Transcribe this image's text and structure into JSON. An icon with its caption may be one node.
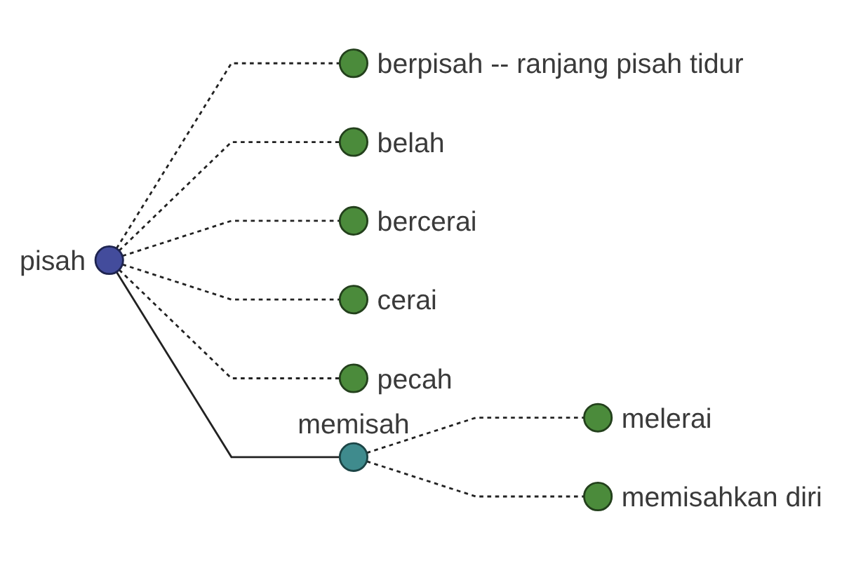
{
  "diagram": {
    "nodes": [
      {
        "text": [],
        "shape": "circle",
        "beside": [
          "berpisah -- ranjang pisah tidur"
        ]
      },
      {
        "text": [],
        "shape": "circle",
        "beside": [
          "belah"
        ]
      },
      {
        "text": [],
        "shape": "circle",
        "beside": [
          "bercerai"
        ]
      },
      {
        "text": [],
        "shape": "circle",
        "beside": [
          "cerai"
        ]
      },
      {
        "text": [],
        "shape": "circle",
        "beside": [
          "pisah"
        ]
      },
      {
        "text": [],
        "shape": "circle",
        "beside": [
          "pecah"
        ]
      },
      {
        "text": [],
        "shape": "circle",
        "beside": [
          "memisah"
        ]
      },
      {
        "text": [],
        "shape": "circle",
        "beside": [
          "memisahkan diri"
        ]
      },
      {
        "text": [],
        "shape": "circle",
        "beside": [
          "melerai"
        ]
      }
    ],
    "edges": [
      {
        "from": 4,
        "to": 0,
        "arrow": "none",
        "style": "dashed"
      },
      {
        "from": 4,
        "to": 1,
        "arrow": "none",
        "style": "dashed"
      },
      {
        "from": 4,
        "to": 2,
        "arrow": "none",
        "style": "dashed"
      },
      {
        "from": 4,
        "to": 3,
        "arrow": "none",
        "style": "dashed"
      },
      {
        "from": 4,
        "to": 5,
        "arrow": "none",
        "style": "dashed"
      },
      {
        "from": 4,
        "to": 6,
        "arrow": "none"
      },
      {
        "from": 6,
        "to": 8,
        "arrow": "none",
        "style": "dashed"
      },
      {
        "from": 6,
        "to": 7,
        "arrow": "none",
        "style": "dashed"
      }
    ]
  }
}
